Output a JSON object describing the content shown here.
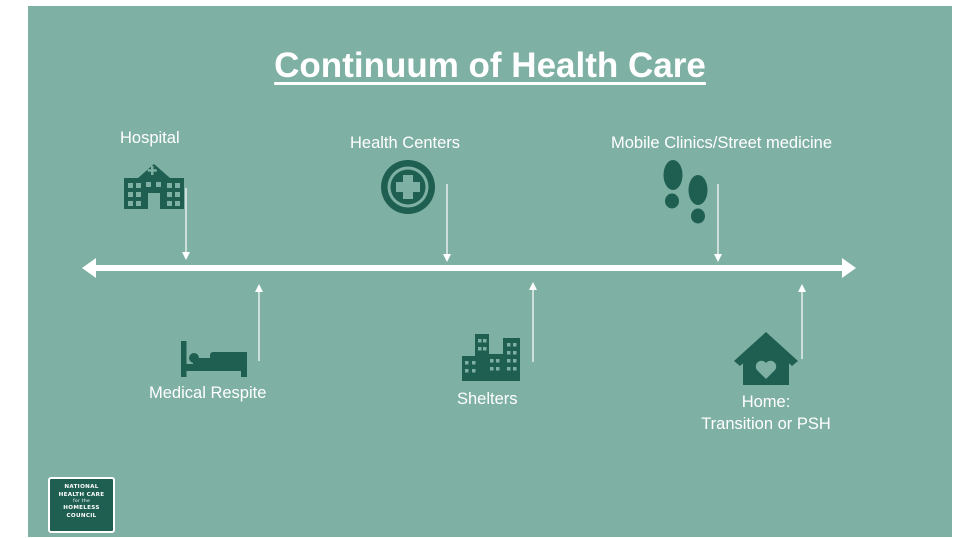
{
  "title": "Continuum of Health Care",
  "colors": {
    "background": "#7fb0a4",
    "icon": "#1f5f51",
    "text": "#ffffff",
    "line": "#ffffff"
  },
  "above_line": [
    {
      "label": "Hospital",
      "icon": "hospital-building-icon"
    },
    {
      "label": "Health Centers",
      "icon": "medical-cross-circle-icon"
    },
    {
      "label": "Mobile Clinics/Street medicine",
      "icon": "footprints-icon"
    }
  ],
  "below_line": [
    {
      "label": "Medical Respite",
      "icon": "hospital-bed-icon"
    },
    {
      "label": "Shelters",
      "icon": "buildings-icon"
    },
    {
      "label_line1": "Home:",
      "label_line2": "Transition or PSH",
      "icon": "house-heart-icon"
    }
  ],
  "logo": {
    "line1": "NATIONAL",
    "line2": "HEALTH CARE",
    "line3": "for the",
    "line4": "HOMELESS",
    "line5": "COUNCIL"
  }
}
